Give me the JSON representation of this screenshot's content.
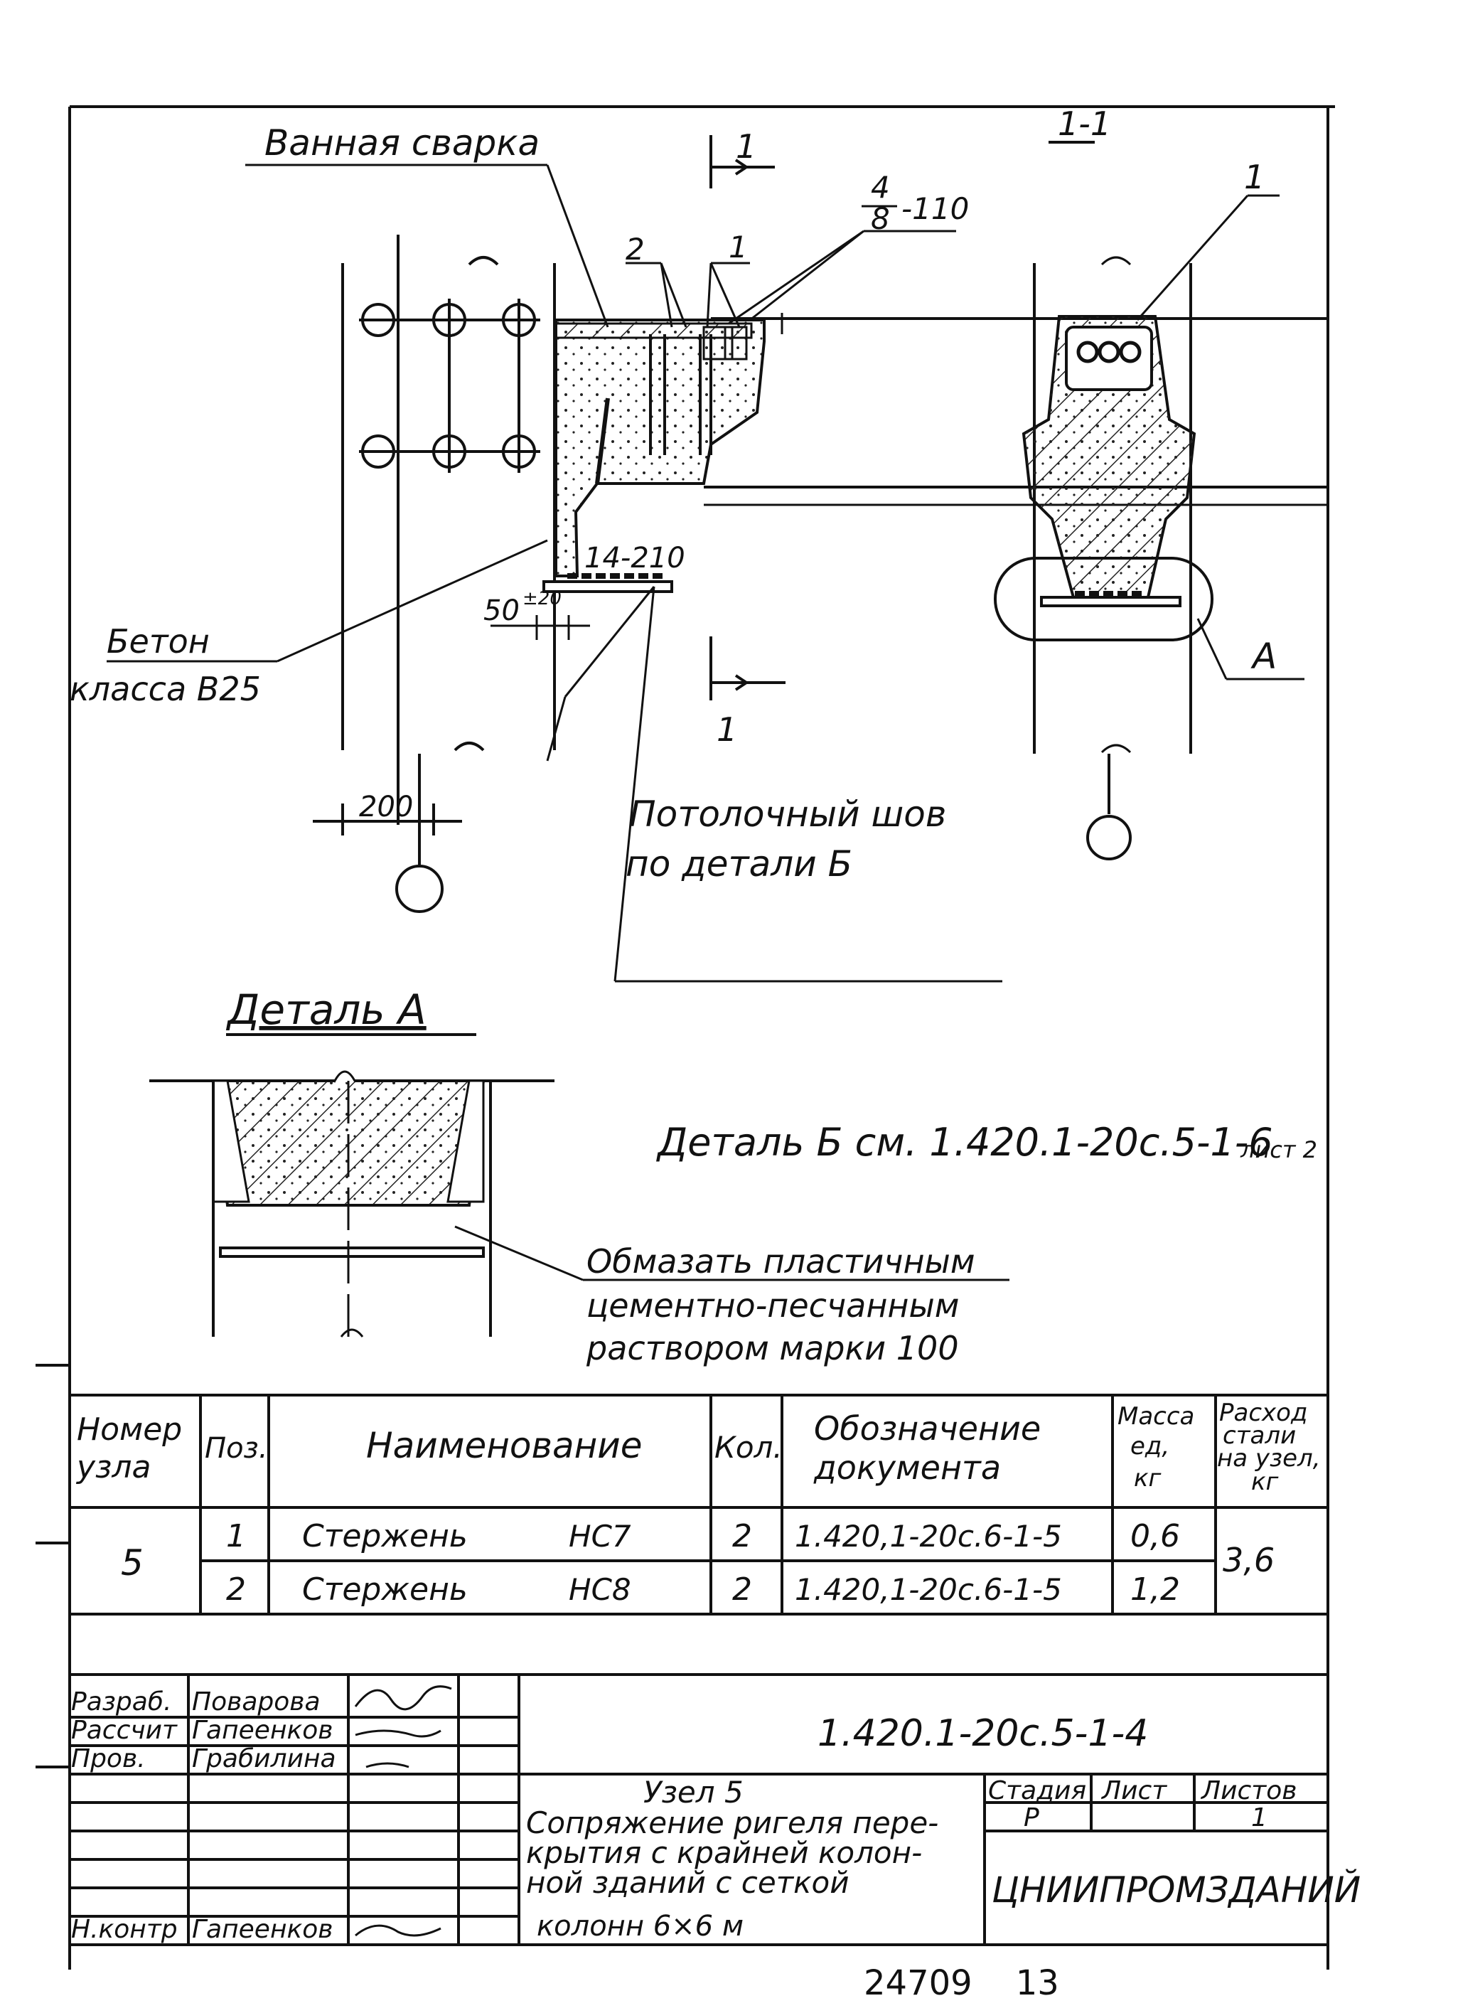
{
  "drawing": {
    "label_bath_weld": "Ванная сварка",
    "label_section_1": "1",
    "label_section_1_1": "1-1",
    "label_ref_1": "1",
    "label_ref_2": "2",
    "label_rebar_frac_top": "4",
    "label_rebar_frac_bottom": "8",
    "label_rebar_frac_suffix": "-110",
    "label_14_210": "14-210",
    "label_50_20": "50",
    "label_50_20_sup": "±20",
    "label_concrete_1": "Бетон",
    "label_concrete_2": "класса В25",
    "label_200": "200",
    "label_ceiling_seam_1": "Потолочный шов",
    "label_ceiling_seam_2": "по детали Б",
    "label_A": "А",
    "label_detail_A": "Деталь А",
    "label_detail_B_ref": "Деталь Б см. 1.420.1-20с.5-1-6",
    "label_detail_B_sheet": "лист 2",
    "label_mortar_1": "Обмазать пластичным",
    "label_mortar_2": "цементно-песчанным",
    "label_mortar_3": "раствором марки 100"
  },
  "spec_table": {
    "headers": {
      "node_number_1": "Номер",
      "node_number_2": "узла",
      "pos": "Поз.",
      "name": "Наименование",
      "qty": "Кол.",
      "doc_1": "Обозначение",
      "doc_2": "документа",
      "mass_1": "Масса",
      "mass_2": "ед,",
      "mass_3": "кг",
      "steel_1": "Расход",
      "steel_2": "стали",
      "steel_3": "на узел,",
      "steel_4": "кг"
    },
    "node": "5",
    "steel_total": "3,6",
    "rows": [
      {
        "pos": "1",
        "name": "Стержень",
        "mark": "НС7",
        "qty": "2",
        "doc": "1.420,1-20с.6-1-5",
        "mass": "0,6"
      },
      {
        "pos": "2",
        "name": "Стержень",
        "mark": "НС8",
        "qty": "2",
        "doc": "1.420,1-20с.6-1-5",
        "mass": "1,2"
      }
    ]
  },
  "title_block": {
    "roles": [
      "Разраб.",
      "Рассчит",
      "Пров.",
      "",
      "",
      "",
      "",
      "Н.контр"
    ],
    "names": [
      "Поварова",
      "Гапеенков",
      "Грабилина",
      "",
      "",
      "",
      "",
      "Гапеенков"
    ],
    "document_code": "1.420.1-20с.5-1-4",
    "title_1": "Узел 5",
    "title_2": "Сопряжение ригеля пере-",
    "title_3": "крытия с крайней колон-",
    "title_4": "ной зданий с сеткой",
    "title_5": "колонн 6×6 м",
    "stage_h": "Стадия",
    "sheet_h": "Лист",
    "sheets_h": "Листов",
    "stage": "Р",
    "sheet": "",
    "sheets": "1",
    "org": "ЦНИИПРОМЗДАНИЙ",
    "bottom_numbers": "24709    13"
  }
}
